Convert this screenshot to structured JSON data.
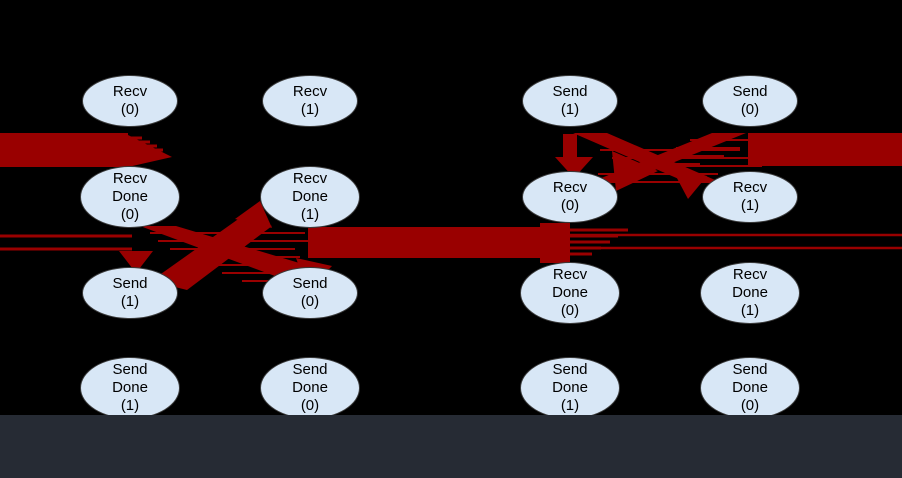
{
  "diagram": {
    "title": "send-recv dependency graph with highlighted deadlock edges",
    "background_color": "#000000",
    "bottom_bar_color": "#262b34",
    "node_fill_color": "#d8e7f6",
    "node_border_color": "#3a3a3a",
    "edge_color": "#990000",
    "nodes": [
      {
        "id": "col1-recv-0",
        "label": "Recv\n(0)"
      },
      {
        "id": "col2-recv-1",
        "label": "Recv\n(1)"
      },
      {
        "id": "col3-send-1",
        "label": "Send\n(1)"
      },
      {
        "id": "col4-send-0",
        "label": "Send\n(0)"
      },
      {
        "id": "col1-recv-done-0",
        "label": "Recv\nDone\n(0)"
      },
      {
        "id": "col2-recv-done-1",
        "label": "Recv\nDone\n(1)"
      },
      {
        "id": "col3-recv-0",
        "label": "Recv\n(0)"
      },
      {
        "id": "col4-recv-1",
        "label": "Recv\n(1)"
      },
      {
        "id": "col1-send-1",
        "label": "Send\n(1)"
      },
      {
        "id": "col2-send-0",
        "label": "Send\n(0)"
      },
      {
        "id": "col3-recv-done-0",
        "label": "Recv\nDone\n(0)"
      },
      {
        "id": "col4-recv-done-1",
        "label": "Recv\nDone\n(1)"
      },
      {
        "id": "col1-send-done-1",
        "label": "Send\nDone\n(1)"
      },
      {
        "id": "col2-send-done-0",
        "label": "Send\nDone\n(0)"
      },
      {
        "id": "col3-send-done-1",
        "label": "Send\nDone\n(1)"
      },
      {
        "id": "col4-send-done-0",
        "label": "Send\nDone\n(0)"
      }
    ],
    "edges": [
      {
        "from": "offscreen-left",
        "to": "col1-recv-done-0",
        "style": "thick-band"
      },
      {
        "from": "offscreen-left",
        "to": "col1-send-1",
        "style": "thin-lines"
      },
      {
        "from": "col1-recv-done-0",
        "to": "col2-send-0",
        "style": "thick-band"
      },
      {
        "from": "col1-send-1",
        "to": "col2-recv-done-1",
        "style": "thick-band"
      },
      {
        "from": "col2-send-0",
        "to": "col3-recv-0",
        "style": "thick-band-clipped-right"
      },
      {
        "from": "col3-send-1",
        "to": "col3-recv-0",
        "style": "arrow"
      },
      {
        "from": "col3-send-1",
        "to": "col4-recv-1",
        "style": "thick-band"
      },
      {
        "from": "offscreen-right",
        "to": "col3-recv-0",
        "style": "thick-band"
      }
    ]
  }
}
